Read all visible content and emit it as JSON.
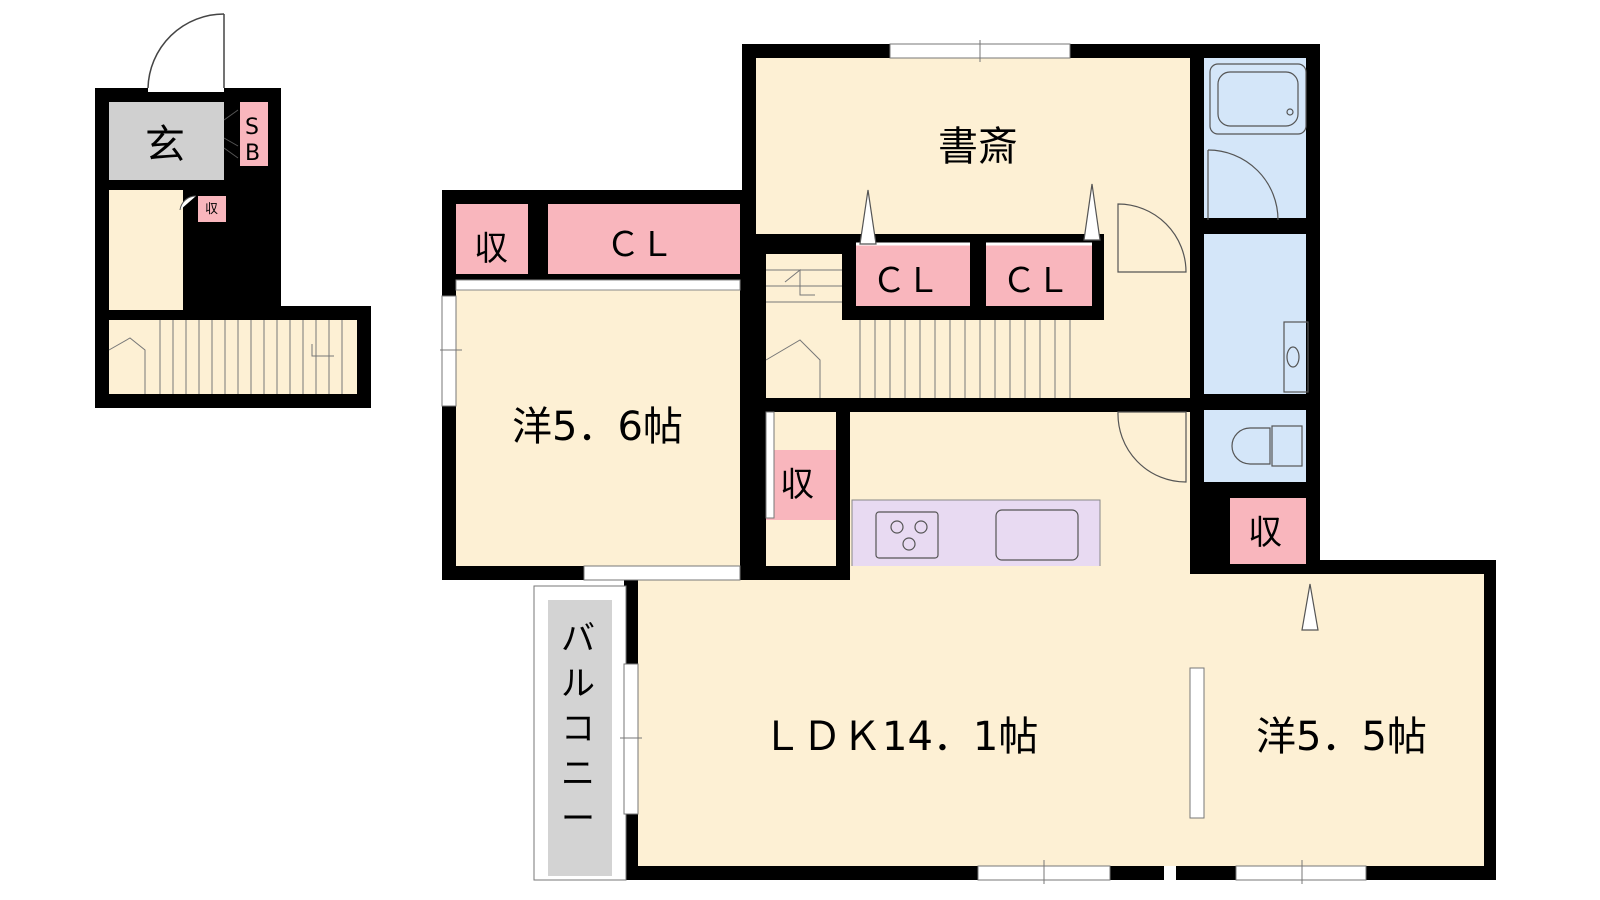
{
  "colors": {
    "room": "#fdf0d4",
    "storage": "#f9b6bd",
    "wet": "#d4e6f9",
    "entrance": "#d0d0d0",
    "balcony": "#d3d3d3",
    "kitchen": "#e8daf2",
    "wall": "#000000"
  },
  "icons": [
    "door-swing-icon",
    "bathtub-icon",
    "washbasin-icon",
    "toilet-icon",
    "stove-icon",
    "sink-icon",
    "stairs-icon"
  ],
  "labels": {
    "entrance": "玄",
    "shoe_box_top": "S",
    "shoe_box_bottom": "B",
    "small_storage": "収",
    "study": "書斎",
    "storage_a": "収",
    "closet_a": "ＣＬ",
    "closet_b": "ＣＬ",
    "closet_c": "ＣＬ",
    "western_room_1": "洋5．6帖",
    "storage_b": "収",
    "storage_c": "収",
    "balcony_1": "バ",
    "balcony_2": "ル",
    "balcony_3": "コ",
    "balcony_4": "ニ",
    "balcony_5": "ー",
    "ldk": "ＬＤＫ14．1帖",
    "western_room_2": "洋5．5帖"
  }
}
